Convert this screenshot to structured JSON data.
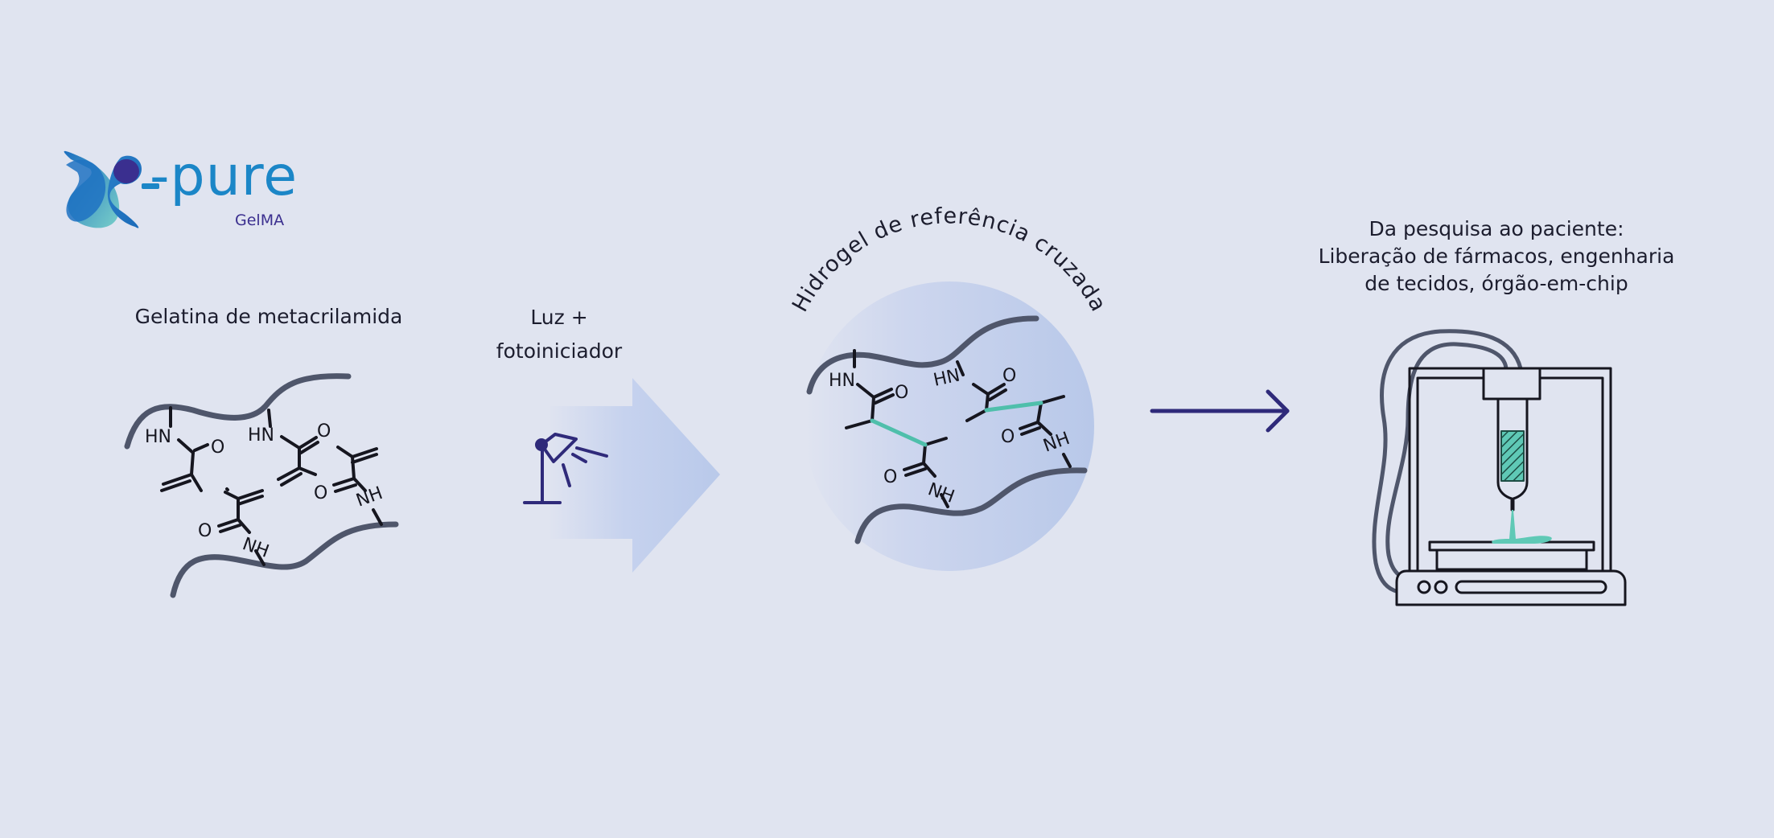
{
  "logo": {
    "brand": "X-pure",
    "word": "-pure",
    "sub": "GelMA"
  },
  "steps": [
    {
      "label": "Gelatina de metacrilamida"
    },
    {
      "label_lines": [
        "Luz +",
        "fotoiniciador"
      ]
    },
    {
      "label": "Hidrogel de referência cruzada"
    },
    {
      "label_lines": [
        "Da pesquisa ao paciente:",
        "Liberação de fármacos, engenharia",
        "de tecidos, órgão-em-chip"
      ]
    }
  ],
  "chem": {
    "hn": "HN",
    "nh": "NH",
    "o": "O"
  },
  "colors": {
    "background": "#e0e4f0",
    "chain": "#4f566b",
    "bond": "#16161f",
    "crosslink": "#4fbfab",
    "arrow": "#2f2a7a",
    "brand_blue": "#1b86c7",
    "brand_purple": "#3b2f8f",
    "hydrogel": "#bccbea"
  },
  "icons": [
    "x-pure-logo-icon",
    "lamp-icon",
    "big-arrow-icon",
    "thin-arrow-icon",
    "bioprinter-icon"
  ]
}
